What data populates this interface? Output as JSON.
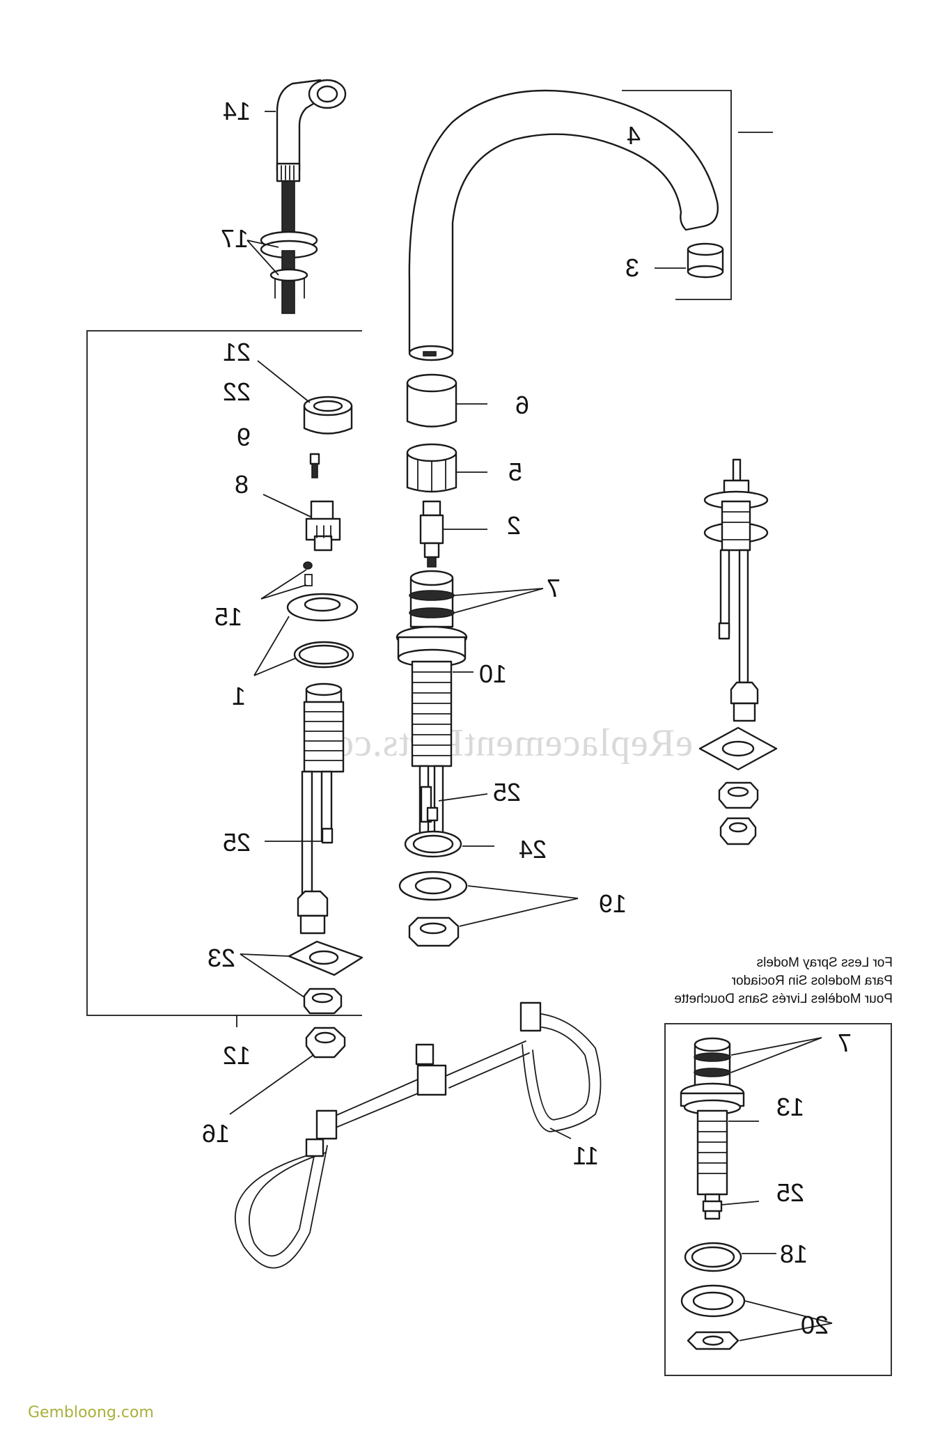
{
  "callouts": {
    "c1": "1",
    "c2": "2",
    "c3": "3",
    "c4": "4",
    "c5": "5",
    "c6": "6",
    "c7a": "7",
    "c7b": "7",
    "c8": "8",
    "c9": "9",
    "c10": "10",
    "c11": "11",
    "c12": "12",
    "c13": "13",
    "c14": "14",
    "c15": "15",
    "c16": "16",
    "c17": "17",
    "c18": "18",
    "c19": "19",
    "c20": "20",
    "c21": "21",
    "c22": "22",
    "c23": "23",
    "c24": "24",
    "c25a": "25",
    "c25b": "25",
    "c25c": "25"
  },
  "note": {
    "line1": "For Less Spray Models",
    "line2": "Para Modelos Sin Rociador",
    "line3": "Pour Modèles Livrés Sans Douchette"
  },
  "watermark": "eReplacementParts.com",
  "credit": "Gembloong.com"
}
